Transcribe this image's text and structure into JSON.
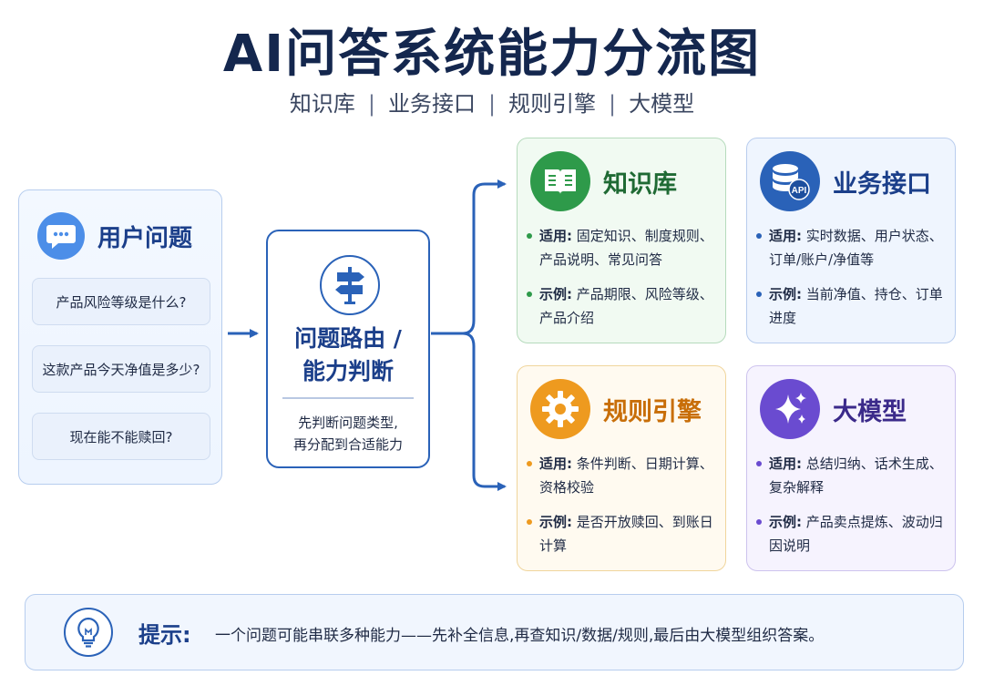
{
  "title": "AI问答系统能力分流图",
  "subtitle": [
    "知识库",
    "业务接口",
    "规则引擎",
    "大模型"
  ],
  "subtitle_sep": "|",
  "user": {
    "icon": "chat-bubble-icon",
    "title": "用户问题",
    "questions": [
      "产品风险等级是什么?",
      "这款产品今天净值是多少?",
      "现在能不能赎回?"
    ]
  },
  "router": {
    "icon": "signpost-icon",
    "title_line1": "问题路由 /",
    "title_line2": "能力判断",
    "desc_line1": "先判断问题类型,",
    "desc_line2": "再分配到合适能力"
  },
  "capabilities": {
    "kb": {
      "icon": "book-icon",
      "title": "知识库",
      "color": "#2e9a4a",
      "title_color": "#1f6a34",
      "use_key": "适用:",
      "use_text": "固定知识、制度规则、产品说明、常见问答",
      "ex_key": "示例:",
      "ex_text": "产品期限、风险等级、产品介绍"
    },
    "api": {
      "icon": "database-api-icon",
      "title": "业务接口",
      "color": "#2a62b8",
      "title_color": "#1b3f8a",
      "use_key": "适用:",
      "use_text": "实时数据、用户状态、订单/账户/净值等",
      "ex_key": "示例:",
      "ex_text": "当前净值、持仓、订单进度"
    },
    "rule": {
      "icon": "gear-icon",
      "title": "规则引擎",
      "color": "#ee9a1f",
      "title_color": "#c86e08",
      "use_key": "适用:",
      "use_text": "条件判断、日期计算、资格校验",
      "ex_key": "示例:",
      "ex_text": "是否开放赎回、到账日计算"
    },
    "llm": {
      "icon": "sparkle-icon",
      "title": "大模型",
      "color": "#6a4bd0",
      "title_color": "#3b2a8a",
      "use_key": "适用:",
      "use_text": "总结归纳、话术生成、复杂解释",
      "ex_key": "示例:",
      "ex_text": "产品卖点提炼、波动归因说明"
    }
  },
  "hint": {
    "icon": "lightbulb-icon",
    "label": "提示:",
    "text": "一个问题可能串联多种能力——先补全信息,再查知识/数据/规则,最后由大模型组织答案。"
  },
  "colors": {
    "primary": "#2a62b8",
    "navy": "#14274e"
  }
}
